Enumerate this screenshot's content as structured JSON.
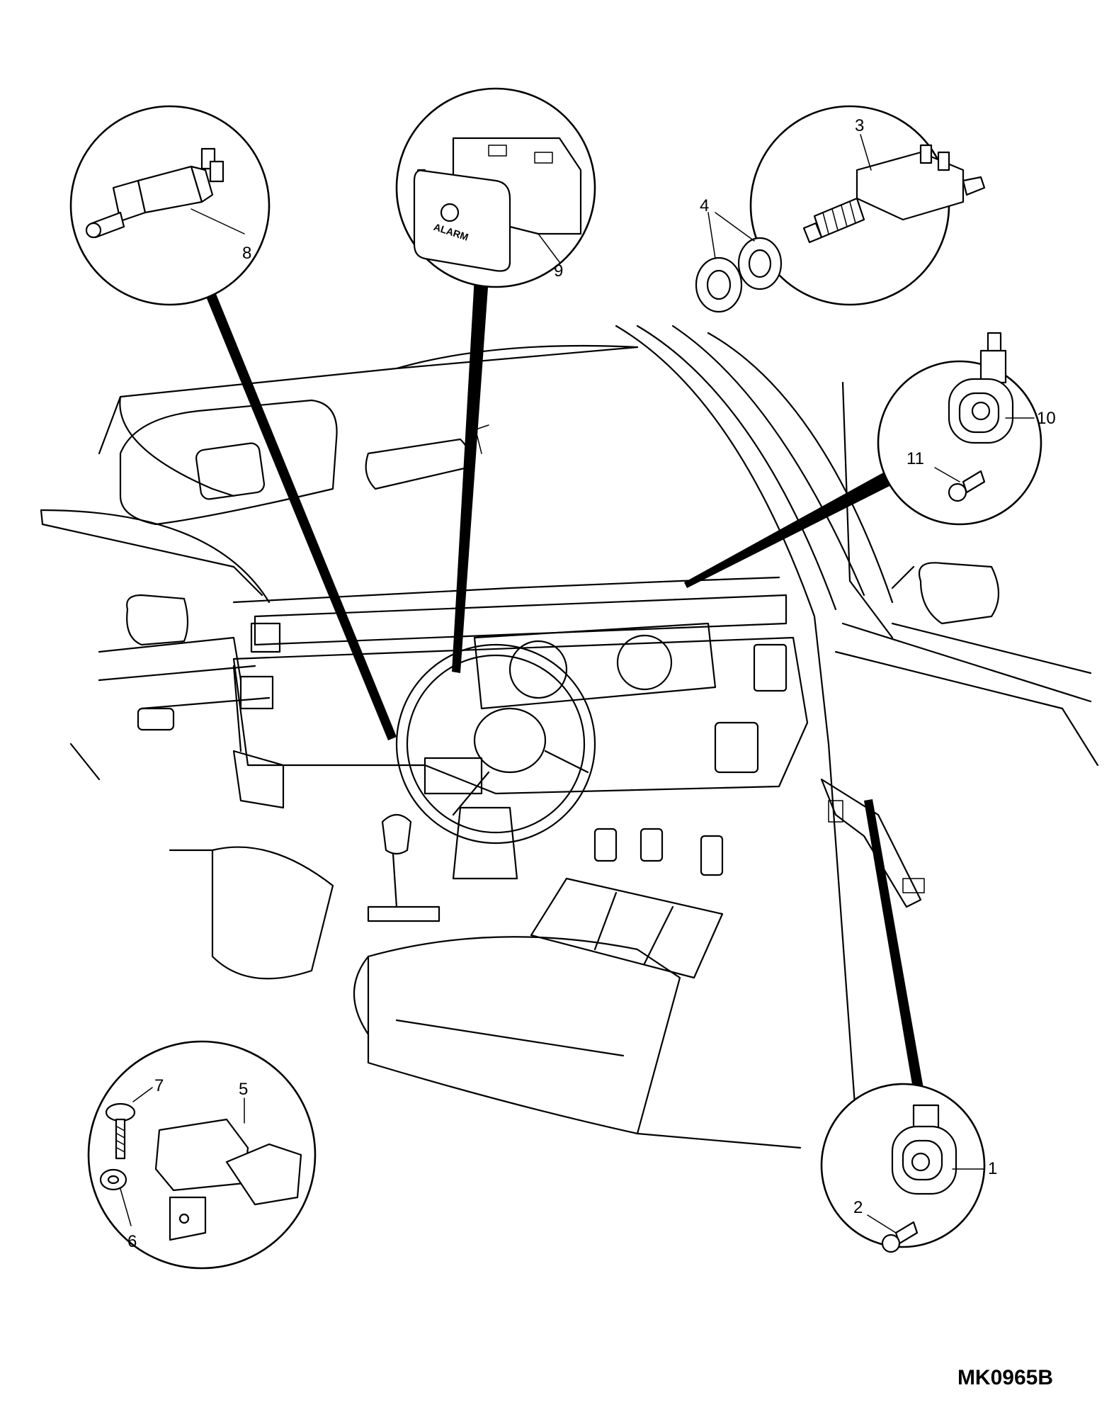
{
  "diagram": {
    "code": "MK0965B",
    "callouts": [
      {
        "id": "1",
        "label": "1"
      },
      {
        "id": "2",
        "label": "2"
      },
      {
        "id": "3",
        "label": "3"
      },
      {
        "id": "4",
        "label": "4"
      },
      {
        "id": "5",
        "label": "5"
      },
      {
        "id": "6",
        "label": "6"
      },
      {
        "id": "7",
        "label": "7"
      },
      {
        "id": "8",
        "label": "8"
      },
      {
        "id": "9",
        "label": "9"
      },
      {
        "id": "10",
        "label": "10"
      },
      {
        "id": "11",
        "label": "11"
      }
    ],
    "switch_9_text": "ALARM"
  }
}
